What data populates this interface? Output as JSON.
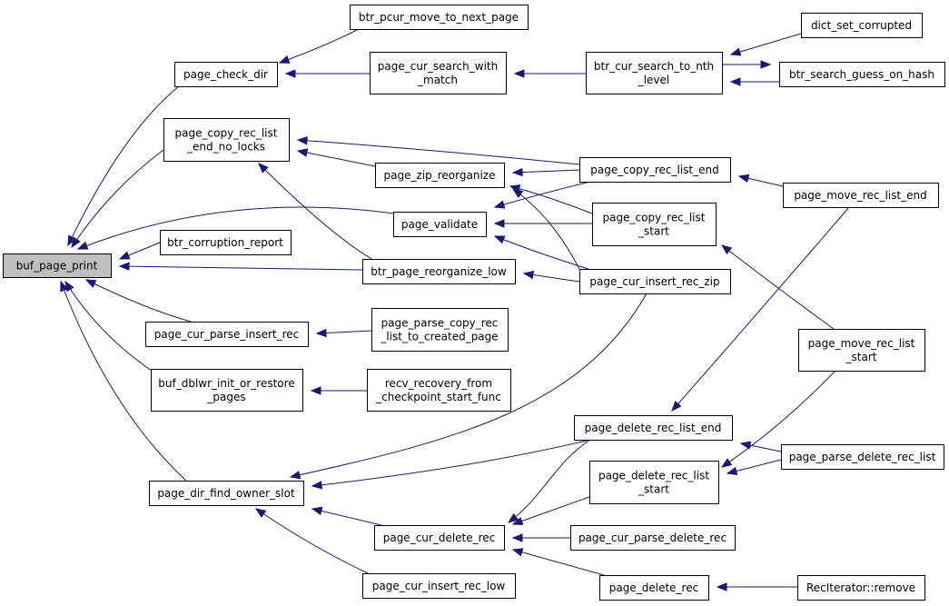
{
  "graph": {
    "root": "buf_page_print",
    "edge_color": "#191970",
    "root_fill": "#bfbfbf",
    "nodes": [
      {
        "id": "buf_page_print",
        "lines": [
          "buf_page_print"
        ]
      },
      {
        "id": "btr_pcur_move_to_next_page",
        "lines": [
          "btr_pcur_move_to_next_page"
        ]
      },
      {
        "id": "page_check_dir",
        "lines": [
          "page_check_dir"
        ]
      },
      {
        "id": "page_cur_search_with_match",
        "lines": [
          "page_cur_search_with",
          "_match"
        ]
      },
      {
        "id": "btr_cur_search_to_nth_level",
        "lines": [
          "btr_cur_search_to_nth",
          "_level"
        ]
      },
      {
        "id": "dict_set_corrupted",
        "lines": [
          "dict_set_corrupted"
        ]
      },
      {
        "id": "btr_search_guess_on_hash",
        "lines": [
          "btr_search_guess_on_hash"
        ]
      },
      {
        "id": "page_copy_rec_list_end_no_locks",
        "lines": [
          "page_copy_rec_list",
          "_end_no_locks"
        ]
      },
      {
        "id": "page_zip_reorganize",
        "lines": [
          "page_zip_reorganize"
        ]
      },
      {
        "id": "page_copy_rec_list_end",
        "lines": [
          "page_copy_rec_list_end"
        ]
      },
      {
        "id": "page_move_rec_list_end",
        "lines": [
          "page_move_rec_list_end"
        ]
      },
      {
        "id": "page_validate",
        "lines": [
          "page_validate"
        ]
      },
      {
        "id": "page_copy_rec_list_start",
        "lines": [
          "page_copy_rec_list",
          "_start"
        ]
      },
      {
        "id": "btr_corruption_report",
        "lines": [
          "btr_corruption_report"
        ]
      },
      {
        "id": "btr_page_reorganize_low",
        "lines": [
          "btr_page_reorganize_low"
        ]
      },
      {
        "id": "page_cur_insert_rec_zip",
        "lines": [
          "page_cur_insert_rec_zip"
        ]
      },
      {
        "id": "page_cur_parse_insert_rec",
        "lines": [
          "page_cur_parse_insert_rec"
        ]
      },
      {
        "id": "page_parse_copy_rec_list_to_created_page",
        "lines": [
          "page_parse_copy_rec",
          "_list_to_created_page"
        ]
      },
      {
        "id": "page_move_rec_list_start",
        "lines": [
          "page_move_rec_list",
          "_start"
        ]
      },
      {
        "id": "buf_dblwr_init_or_restore_pages",
        "lines": [
          "buf_dblwr_init_or_restore",
          "_pages"
        ]
      },
      {
        "id": "recv_recovery_from_checkpoint_start_func",
        "lines": [
          "recv_recovery_from",
          "_checkpoint_start_func"
        ]
      },
      {
        "id": "page_delete_rec_list_end",
        "lines": [
          "page_delete_rec_list_end"
        ]
      },
      {
        "id": "page_parse_delete_rec_list",
        "lines": [
          "page_parse_delete_rec_list"
        ]
      },
      {
        "id": "page_dir_find_owner_slot",
        "lines": [
          "page_dir_find_owner_slot"
        ]
      },
      {
        "id": "page_delete_rec_list_start",
        "lines": [
          "page_delete_rec_list",
          "_start"
        ]
      },
      {
        "id": "page_cur_delete_rec",
        "lines": [
          "page_cur_delete_rec"
        ]
      },
      {
        "id": "page_cur_parse_delete_rec",
        "lines": [
          "page_cur_parse_delete_rec"
        ]
      },
      {
        "id": "page_delete_rec",
        "lines": [
          "page_delete_rec"
        ]
      },
      {
        "id": "page_cur_insert_rec_low",
        "lines": [
          "page_cur_insert_rec_low"
        ]
      },
      {
        "id": "RecIterator_remove",
        "lines": [
          "RecIterator::remove"
        ]
      }
    ],
    "edges": [
      {
        "from": "page_check_dir",
        "to": "buf_page_print"
      },
      {
        "from": "page_copy_rec_list_end_no_locks",
        "to": "buf_page_print"
      },
      {
        "from": "page_validate",
        "to": "buf_page_print"
      },
      {
        "from": "btr_corruption_report",
        "to": "buf_page_print"
      },
      {
        "from": "btr_page_reorganize_low",
        "to": "buf_page_print"
      },
      {
        "from": "page_cur_parse_insert_rec",
        "to": "buf_page_print"
      },
      {
        "from": "buf_dblwr_init_or_restore_pages",
        "to": "buf_page_print"
      },
      {
        "from": "page_dir_find_owner_slot",
        "to": "buf_page_print"
      },
      {
        "from": "btr_pcur_move_to_next_page",
        "to": "page_check_dir"
      },
      {
        "from": "page_cur_search_with_match",
        "to": "page_check_dir"
      },
      {
        "from": "btr_cur_search_to_nth_level",
        "to": "page_cur_search_with_match"
      },
      {
        "from": "dict_set_corrupted",
        "to": "btr_cur_search_to_nth_level"
      },
      {
        "from": "btr_search_guess_on_hash",
        "to": "btr_cur_search_to_nth_level"
      },
      {
        "from": "btr_cur_search_to_nth_level",
        "to": "btr_search_guess_on_hash"
      },
      {
        "from": "page_zip_reorganize",
        "to": "page_copy_rec_list_end_no_locks"
      },
      {
        "from": "page_copy_rec_list_end",
        "to": "page_copy_rec_list_end_no_locks"
      },
      {
        "from": "btr_page_reorganize_low",
        "to": "page_copy_rec_list_end_no_locks"
      },
      {
        "from": "page_copy_rec_list_end",
        "to": "page_zip_reorganize"
      },
      {
        "from": "page_copy_rec_list_start",
        "to": "page_zip_reorganize"
      },
      {
        "from": "page_cur_insert_rec_zip",
        "to": "page_zip_reorganize"
      },
      {
        "from": "page_copy_rec_list_end",
        "to": "page_validate"
      },
      {
        "from": "page_copy_rec_list_start",
        "to": "page_validate"
      },
      {
        "from": "page_cur_insert_rec_zip",
        "to": "page_validate"
      },
      {
        "from": "page_move_rec_list_end",
        "to": "page_copy_rec_list_end"
      },
      {
        "from": "page_move_rec_list_start",
        "to": "page_copy_rec_list_start"
      },
      {
        "from": "page_cur_insert_rec_zip",
        "to": "btr_page_reorganize_low"
      },
      {
        "from": "page_parse_copy_rec_list_to_created_page",
        "to": "page_cur_parse_insert_rec"
      },
      {
        "from": "recv_recovery_from_checkpoint_start_func",
        "to": "buf_dblwr_init_or_restore_pages"
      },
      {
        "from": "page_cur_insert_rec_zip",
        "to": "page_dir_find_owner_slot"
      },
      {
        "from": "page_delete_rec_list_end",
        "to": "page_dir_find_owner_slot"
      },
      {
        "from": "page_cur_delete_rec",
        "to": "page_dir_find_owner_slot"
      },
      {
        "from": "page_cur_insert_rec_low",
        "to": "page_dir_find_owner_slot"
      },
      {
        "from": "page_move_rec_list_end",
        "to": "page_delete_rec_list_end"
      },
      {
        "from": "page_parse_delete_rec_list",
        "to": "page_delete_rec_list_end"
      },
      {
        "from": "page_move_rec_list_start",
        "to": "page_delete_rec_list_start"
      },
      {
        "from": "page_parse_delete_rec_list",
        "to": "page_delete_rec_list_start"
      },
      {
        "from": "page_delete_rec_list_end",
        "to": "page_cur_delete_rec"
      },
      {
        "from": "page_delete_rec_list_start",
        "to": "page_cur_delete_rec"
      },
      {
        "from": "page_cur_parse_delete_rec",
        "to": "page_cur_delete_rec"
      },
      {
        "from": "page_delete_rec",
        "to": "page_cur_delete_rec"
      },
      {
        "from": "RecIterator_remove",
        "to": "page_delete_rec"
      }
    ]
  }
}
